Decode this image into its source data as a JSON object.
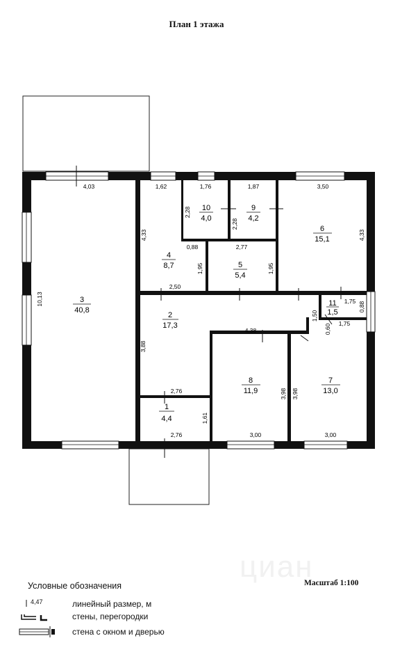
{
  "title": "План 1 этажа",
  "rooms": [
    {
      "id": "room-1",
      "number": "1",
      "area": "4,4"
    },
    {
      "id": "room-2",
      "number": "2",
      "area": "17,3"
    },
    {
      "id": "room-3",
      "number": "3",
      "area": "40,8"
    },
    {
      "id": "room-4",
      "number": "4",
      "area": "8,7"
    },
    {
      "id": "room-5",
      "number": "5",
      "area": "5,4"
    },
    {
      "id": "room-6",
      "number": "6",
      "area": "15,1"
    },
    {
      "id": "room-7",
      "number": "7",
      "area": "13,0"
    },
    {
      "id": "room-8",
      "number": "8",
      "area": "11,9"
    },
    {
      "id": "room-9",
      "number": "9",
      "area": "4,2"
    },
    {
      "id": "room-10",
      "number": "10",
      "area": "4,0"
    },
    {
      "id": "room-11",
      "number": "11",
      "area": "1,5"
    }
  ],
  "dimensions": {
    "d403": "4,03",
    "d1013": "10,13",
    "d162": "1,62",
    "d433a": "4,33",
    "d088a": "0,88",
    "d195a": "1,95",
    "d250": "2,50",
    "d176": "1,76",
    "d228a": "2,28",
    "d187": "1,87",
    "d228b": "2,28",
    "d277": "2,77",
    "d195b": "1,95",
    "d350": "3,50",
    "d433b": "4,33",
    "d175a": "1,75",
    "d088b": "0,88",
    "d150": "1,50",
    "d060": "0,60",
    "d175b": "1,75",
    "d438": "4,38",
    "d388": "3,88",
    "d276a": "2,76",
    "d161": "1,61",
    "d276b": "2,76",
    "d398a": "3,98",
    "d398b": "3,98",
    "d300a": "3,00",
    "d300b": "3,00"
  },
  "legend": {
    "title": "Условные обозначения",
    "scale": "Масштаб 1:100",
    "sample_value": "4,47",
    "items": [
      "линейный размер, м",
      "стены, перегородки",
      "стена с окном и дверью"
    ]
  },
  "watermark": "циан"
}
